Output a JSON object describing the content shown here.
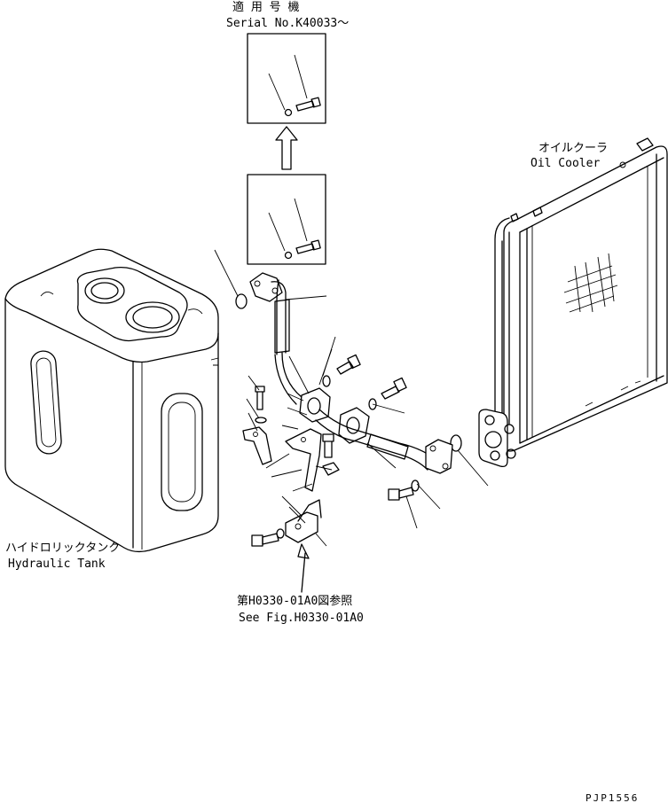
{
  "labels": {
    "serial_jp": "適 用 号 機",
    "serial_en": "Serial No.K40033～",
    "cooler_jp": "オイルクーラ",
    "cooler_en": "Oil Cooler",
    "tank_jp": "ハイドロリックタンク",
    "tank_en": "Hydraulic Tank",
    "ref_jp": "第H0330-01A0図参照",
    "ref_en": "See Fig.H0330-01A0"
  },
  "drawing_code": "PJP1556"
}
